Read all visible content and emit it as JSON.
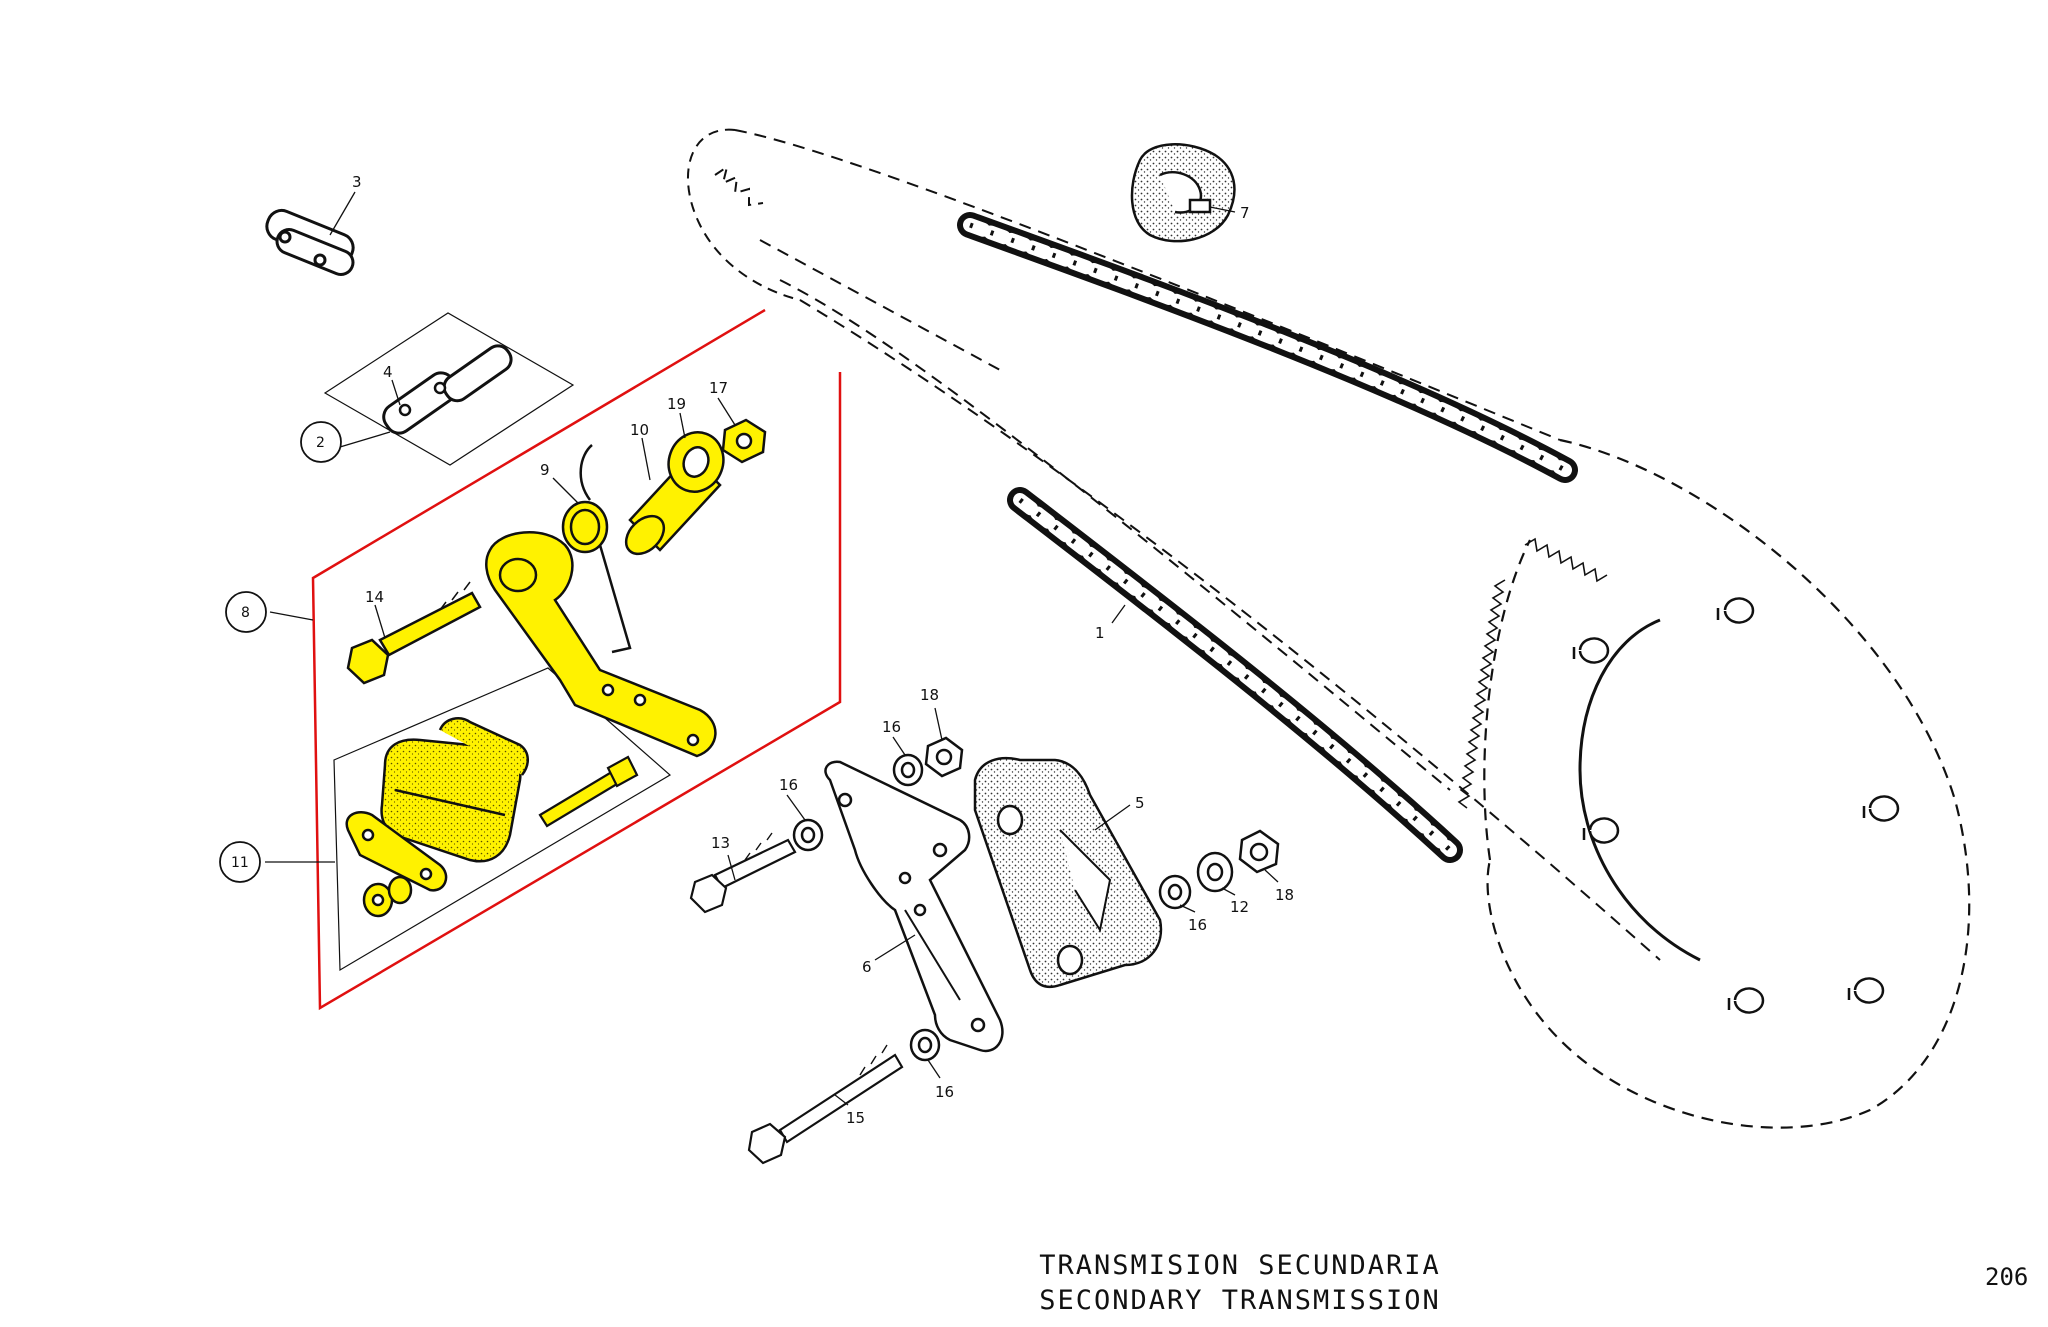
{
  "title": {
    "spanish": "TRANSMISION SECUNDARIA",
    "english": "SECONDARY TRANSMISSION"
  },
  "page_number": "206",
  "callouts": {
    "p1": "1",
    "p2": "2",
    "p3": "3",
    "p4": "4",
    "p5": "5",
    "p6": "6",
    "p7": "7",
    "p8": "8",
    "p9": "9",
    "p10": "10",
    "p11": "11",
    "p12": "12",
    "p13": "13",
    "p14": "14",
    "p15": "15",
    "p16a": "16",
    "p16b": "16",
    "p16c": "16",
    "p16d": "16",
    "p17": "17",
    "p18a": "18",
    "p18b": "18",
    "p19": "19"
  },
  "colors": {
    "highlight": "#fff200",
    "group_outline": "#e01010",
    "ink": "#111111"
  }
}
